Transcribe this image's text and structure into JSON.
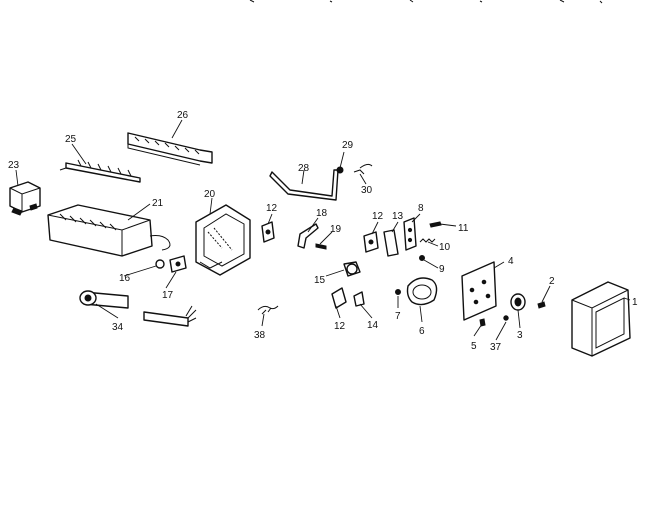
{
  "diagram": {
    "type": "exploded-parts-view",
    "callouts": [
      "1",
      "2",
      "3",
      "4",
      "5",
      "6",
      "7",
      "8",
      "9",
      "10",
      "11",
      "12",
      "12",
      "12",
      "13",
      "14",
      "15",
      "16",
      "17",
      "18",
      "19",
      "20",
      "21",
      "23",
      "25",
      "26",
      "28",
      "29",
      "30",
      "34",
      "37",
      "38"
    ],
    "colors": {
      "ink": "#111111",
      "paper": "#ffffff"
    }
  }
}
